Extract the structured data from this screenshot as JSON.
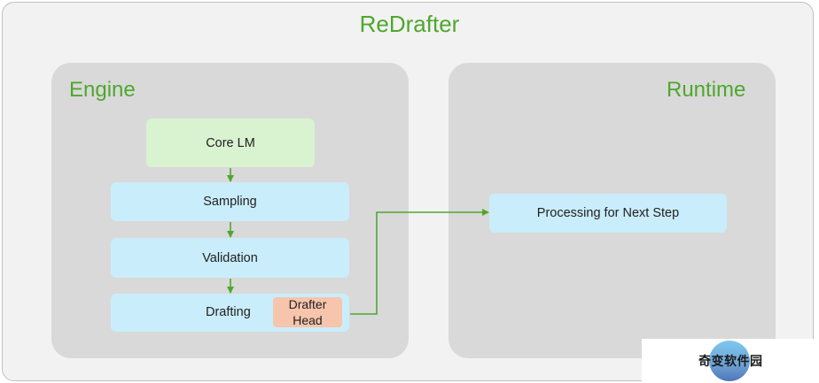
{
  "title": "ReDrafter",
  "engine": {
    "title": "Engine",
    "core_lm": "Core LM",
    "sampling": "Sampling",
    "validation": "Validation",
    "drafting": "Drafting",
    "drafter_head": "Drafter\nHead"
  },
  "runtime": {
    "title": "Runtime",
    "processing": "Processing for Next Step"
  },
  "watermark": {
    "text": "奇变软件园"
  },
  "colors": {
    "accent_green": "#4ea72e",
    "panel_gray": "#d9d9d9",
    "box_green": "#d9f2d0",
    "box_blue": "#caedfb",
    "box_orange": "#f6c5ac"
  }
}
